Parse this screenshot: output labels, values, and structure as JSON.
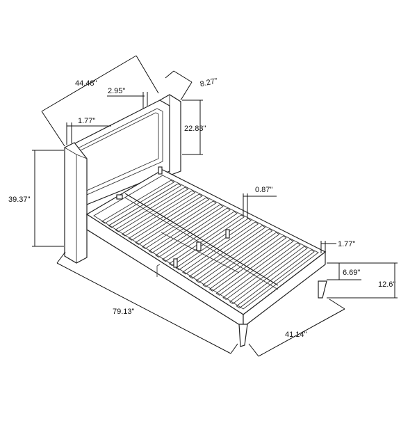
{
  "dimensions": {
    "overall_length": "79.13\"",
    "overall_width": "44.48\"",
    "bed_width": "41.14\"",
    "headboard_height": "39.37\"",
    "panel_height": "22.83\"",
    "post_depth": "8.27\"",
    "panel_inset": "2.95\"",
    "headboard_border": "1.77\"",
    "slat_gap": "0.87\"",
    "rail_thickness": "1.77\"",
    "rail_height": "6.69\"",
    "clearance": "12.6\""
  }
}
